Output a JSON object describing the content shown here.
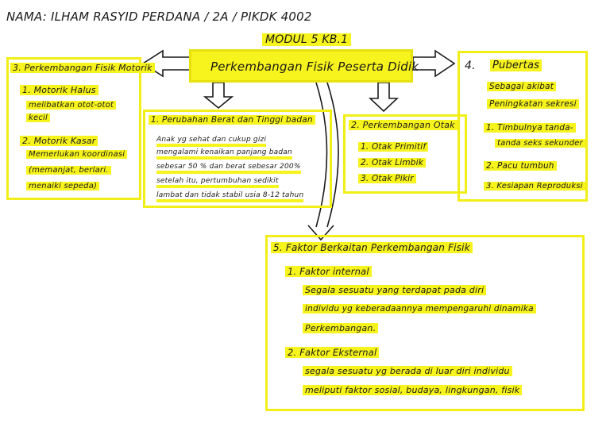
{
  "header": {
    "name_line": "NAMA: ILHAM RASYID PERDANA / 2A / PIKDK 4002",
    "module": "MODUL 5  KB.1"
  },
  "central": {
    "title": "Perkembangan Fisik Peserta Didik"
  },
  "motorik": {
    "title": "3. Perkembangan Fisik Motorik",
    "halus_title": "1. Motorik Halus",
    "halus_desc_1": "melibatkan otot-otot",
    "halus_desc_2": "kecil",
    "kasar_title": "2. Motorik Kasar",
    "kasar_desc_1": "Memerlukan koordinasi",
    "kasar_desc_2": "(memanjat, berlari.",
    "kasar_desc_3": "menaiki sepeda)"
  },
  "berat": {
    "title": "1. Perubahan Berat dan Tinggi badan",
    "lines": [
      "Anak yg sehat dan cukup gizi",
      "mengalami kenaikan panjang badan",
      "sebesar 50 % dan berat sebesar 200%",
      "setelah itu, pertumbuhan sedikit",
      "lambat dan tidak stabil usia 8-12 tahun"
    ]
  },
  "otak": {
    "title": "2. Perkembangan Otak",
    "items": [
      "1. Otak Primitif",
      "2. Otak Limbik",
      "3. Otak Pikir"
    ]
  },
  "pubertas": {
    "number": "4.",
    "title": "Pubertas",
    "sub1": "Sebagai akibat",
    "sub2": "Peningkatan sekresi",
    "items": [
      "1. Timbulnya tanda-",
      "tanda seks sekunder",
      "2. Pacu tumbuh",
      "3. Kesiapan Reproduksi"
    ]
  },
  "faktor": {
    "title": "5. Faktor Berkaitan Perkembangan Fisik",
    "internal_title": "1. Faktor internal",
    "internal_lines": [
      "Segala sesuatu yang terdapat pada diri",
      "individu yg keberadaannya mempengaruhi dinamika",
      "Perkembangan."
    ],
    "eksternal_title": "2. Faktor Eksternal",
    "eksternal_lines": [
      "segala sesuatu yg berada di luar diri individu",
      "meliputi faktor sosial, budaya, lingkungan, fisik"
    ]
  }
}
